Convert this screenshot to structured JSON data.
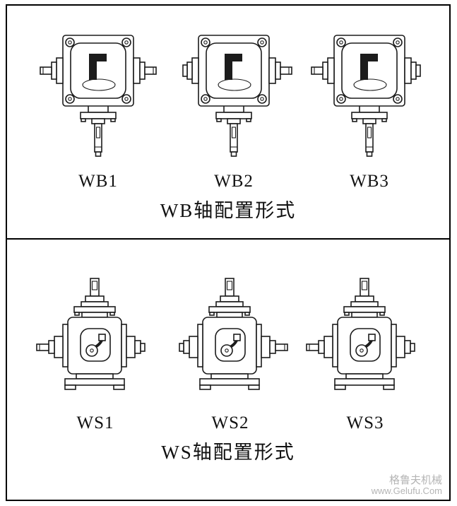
{
  "page": {
    "background": "#ffffff"
  },
  "colors": {
    "line": "#1c1c1c",
    "text": "#111111",
    "watermark": "#b5b5b5",
    "border": "#000000"
  },
  "panels": [
    {
      "id": "wb",
      "caption": "WB轴配置形式",
      "units": [
        {
          "label": "WB1",
          "left": "shaft",
          "right": "shaft"
        },
        {
          "label": "WB2",
          "left": "boss",
          "right": "shaft"
        },
        {
          "label": "WB3",
          "left": "shaft",
          "right": "boss"
        }
      ]
    },
    {
      "id": "ws",
      "caption": "WS轴配置形式",
      "units": [
        {
          "label": "WS1",
          "left": "shaft",
          "right": "boss"
        },
        {
          "label": "WS2",
          "left": "boss",
          "right": "shaft"
        },
        {
          "label": "WS3",
          "left": "shaft",
          "right": "boss"
        }
      ]
    }
  ],
  "watermark": {
    "line1": "格鲁夫机械",
    "line2": "www.Gelufu.Com"
  }
}
